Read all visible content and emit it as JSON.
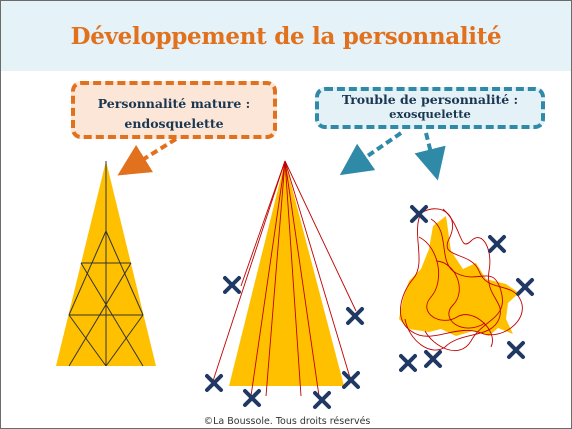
{
  "title": "Développement de la personnalité",
  "boxes": {
    "mature": {
      "line1": "Personnalité mature :",
      "line2": "endosquelette"
    },
    "trouble": {
      "line1": "Trouble de personnalité :",
      "line2": "exosquelette"
    }
  },
  "copyright": "©La Boussole. Tous droits réservés",
  "colors": {
    "title": "#e2711d",
    "header_bg": "#e5f2f8",
    "shape_fill": "#ffc000",
    "orange_border": "#e2711d",
    "teal_border": "#2f8aa8",
    "cross": "#1f3864",
    "red_line": "#c00000"
  }
}
